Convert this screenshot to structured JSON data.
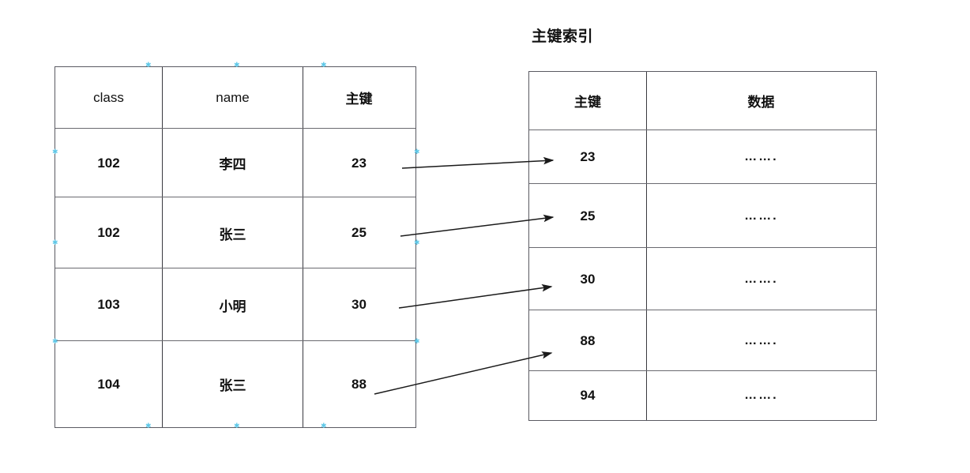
{
  "diagram": {
    "index_title": "主键索引",
    "arrow_icon": "arrow-right-icon"
  },
  "data_table": {
    "headers": [
      "class",
      "name",
      "主键"
    ],
    "rows": [
      {
        "class": "102",
        "name": "李四",
        "key": "23"
      },
      {
        "class": "102",
        "name": "张三",
        "key": "25"
      },
      {
        "class": "103",
        "name": "小明",
        "key": "30"
      },
      {
        "class": "104",
        "name": "张三",
        "key": "88"
      }
    ]
  },
  "index_table": {
    "headers": [
      "主键",
      "数据"
    ],
    "rows": [
      {
        "key": "23",
        "data": "……."
      },
      {
        "key": "25",
        "data": "……."
      },
      {
        "key": "30",
        "data": "……."
      },
      {
        "key": "88",
        "data": "……."
      },
      {
        "key": "94",
        "data": "……."
      }
    ]
  },
  "links": [
    {
      "from_key": "23",
      "to_key": "23"
    },
    {
      "from_key": "25",
      "to_key": "25"
    },
    {
      "from_key": "30",
      "to_key": "30"
    },
    {
      "from_key": "88",
      "to_key": "88"
    }
  ],
  "colors": {
    "outer_border": "#5a5a62",
    "inner_border": "#6a6a70",
    "column_divider": "#3a3a40",
    "text": "#111111",
    "arrow": "#1a1a1a",
    "handle": "#5ec8e8",
    "background": "#ffffff"
  }
}
